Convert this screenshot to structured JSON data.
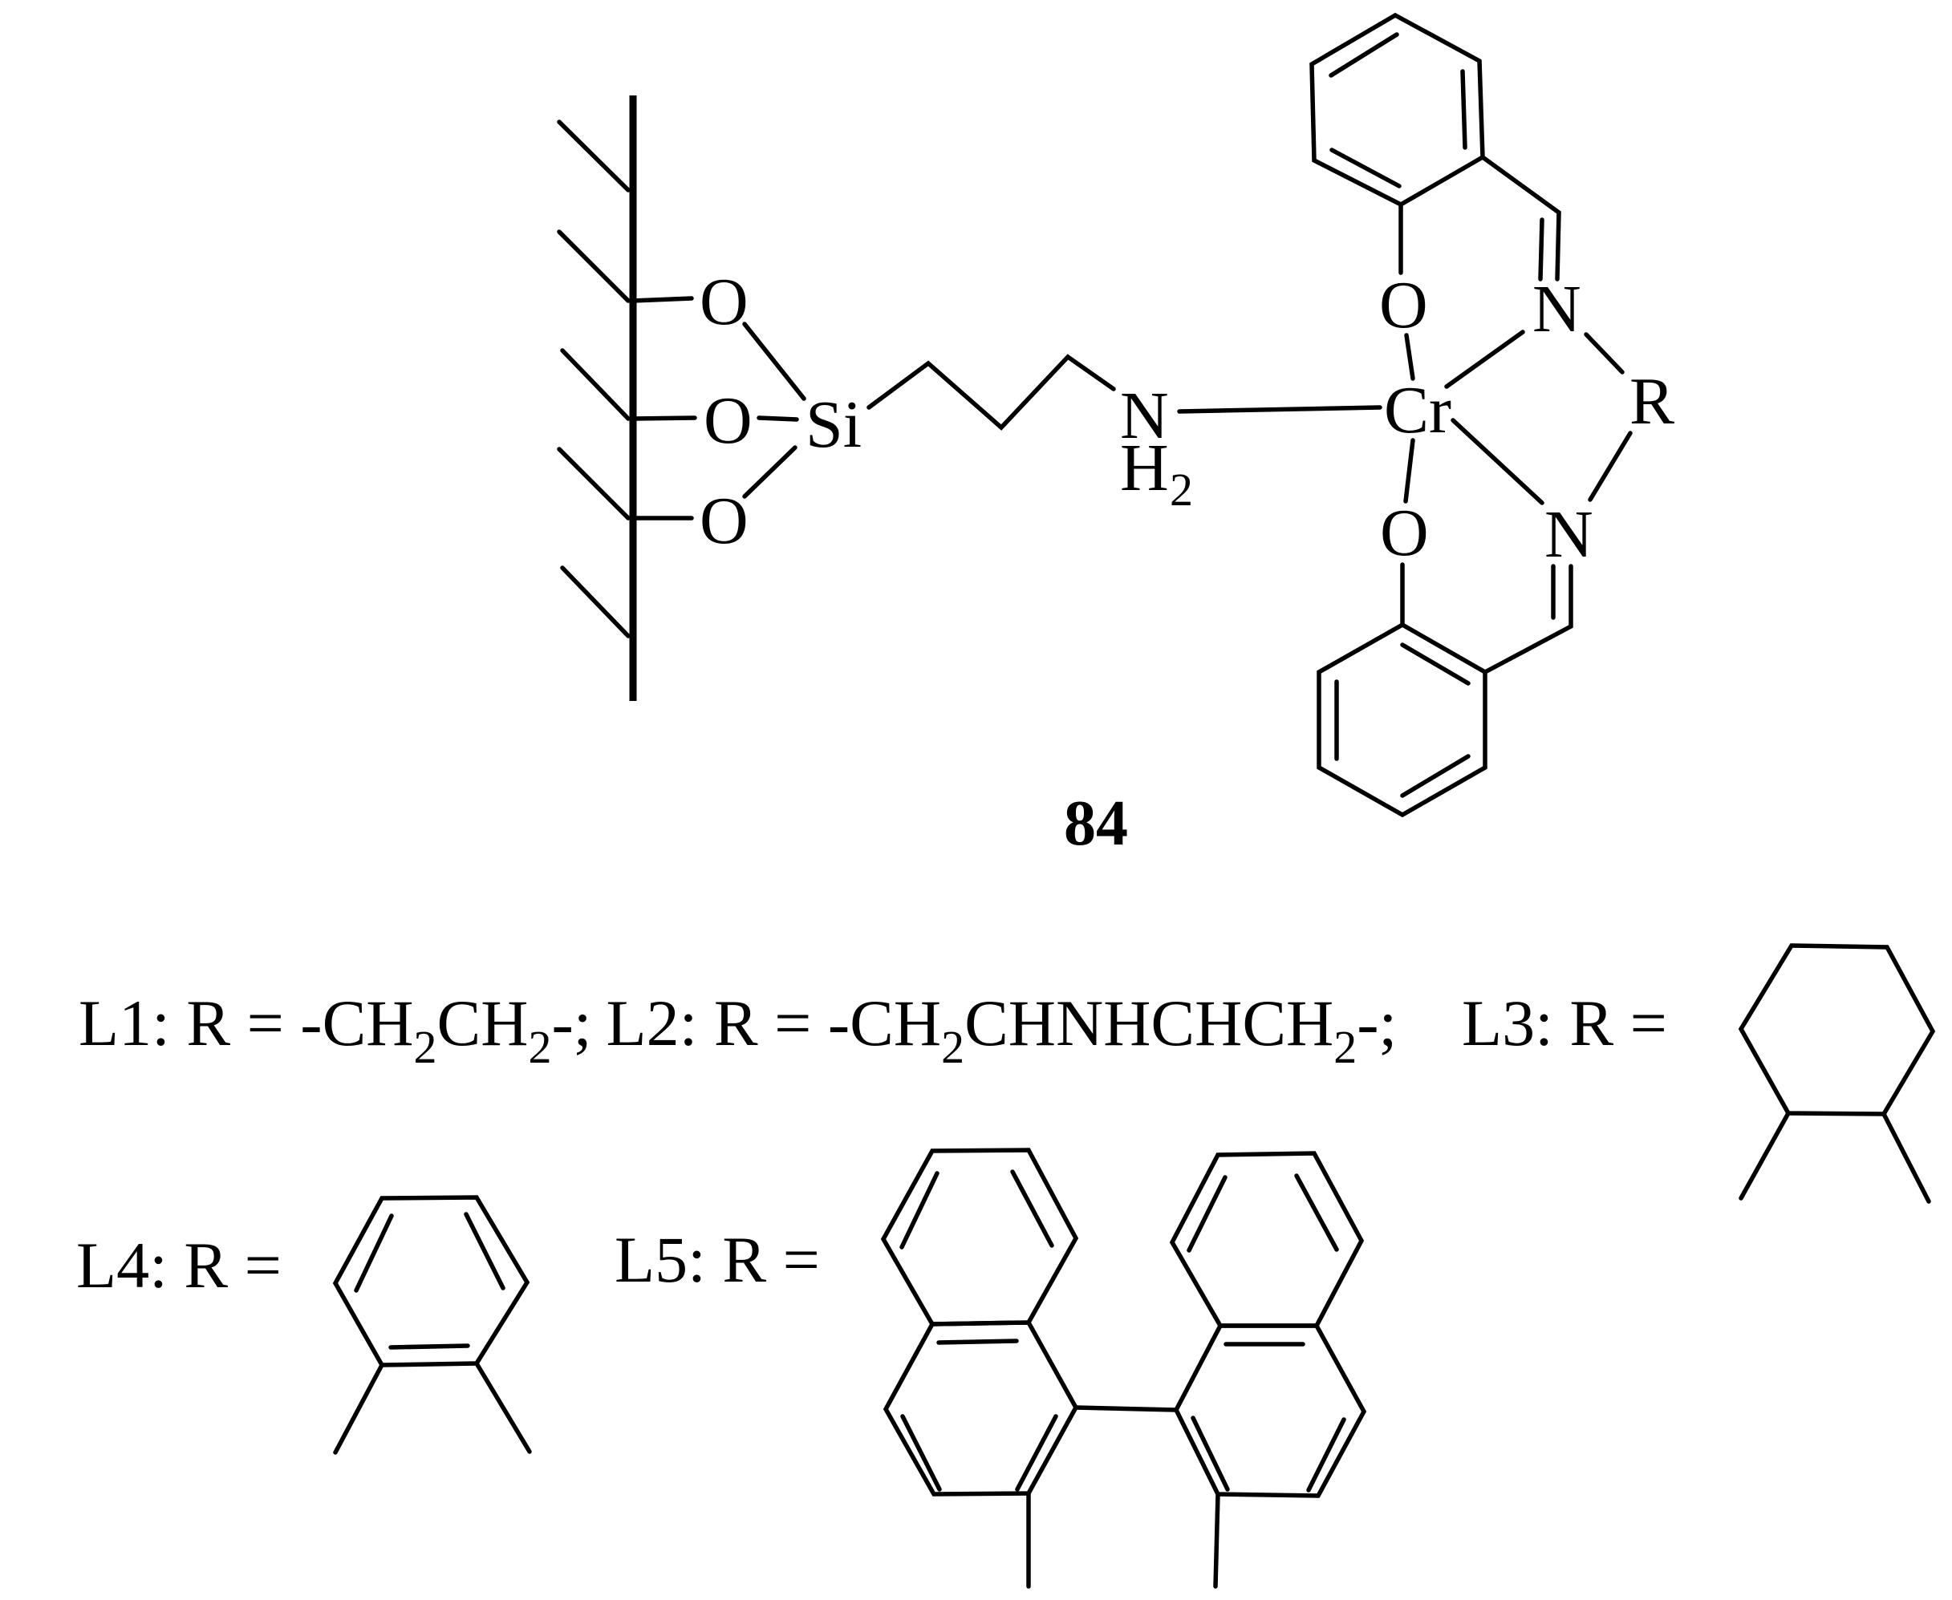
{
  "figure": {
    "compound_label": "84",
    "atoms": {
      "oxygen": "O",
      "silicon": "Si",
      "nitrogen": "N",
      "hydrogen": "H",
      "h_subscript": "2",
      "chromium": "Cr",
      "r_group": "R"
    },
    "legend": {
      "l1": {
        "prefix": "L1: R = -CH",
        "sub1": "2",
        "mid": "CH",
        "sub2": "2",
        "suffix": "-;"
      },
      "l2": {
        "prefix": "L2: R = -CH",
        "sub1": "2",
        "mid": "CHNHCHCH",
        "sub2": "2",
        "suffix": "-;"
      },
      "l3": {
        "text": "L3: R ="
      },
      "l4": {
        "text": "L4: R ="
      },
      "l5": {
        "text": "L5: R ="
      }
    },
    "structures": {
      "support": "silica-surface",
      "linker": "propyl-amine",
      "complex": "Cr-salen",
      "l3_ring": "cyclohexane-1,2-diyl",
      "l4_ring": "1,2-phenylene",
      "l5_ring": "1,1'-binaphthyl-2,2'-diyl"
    }
  }
}
